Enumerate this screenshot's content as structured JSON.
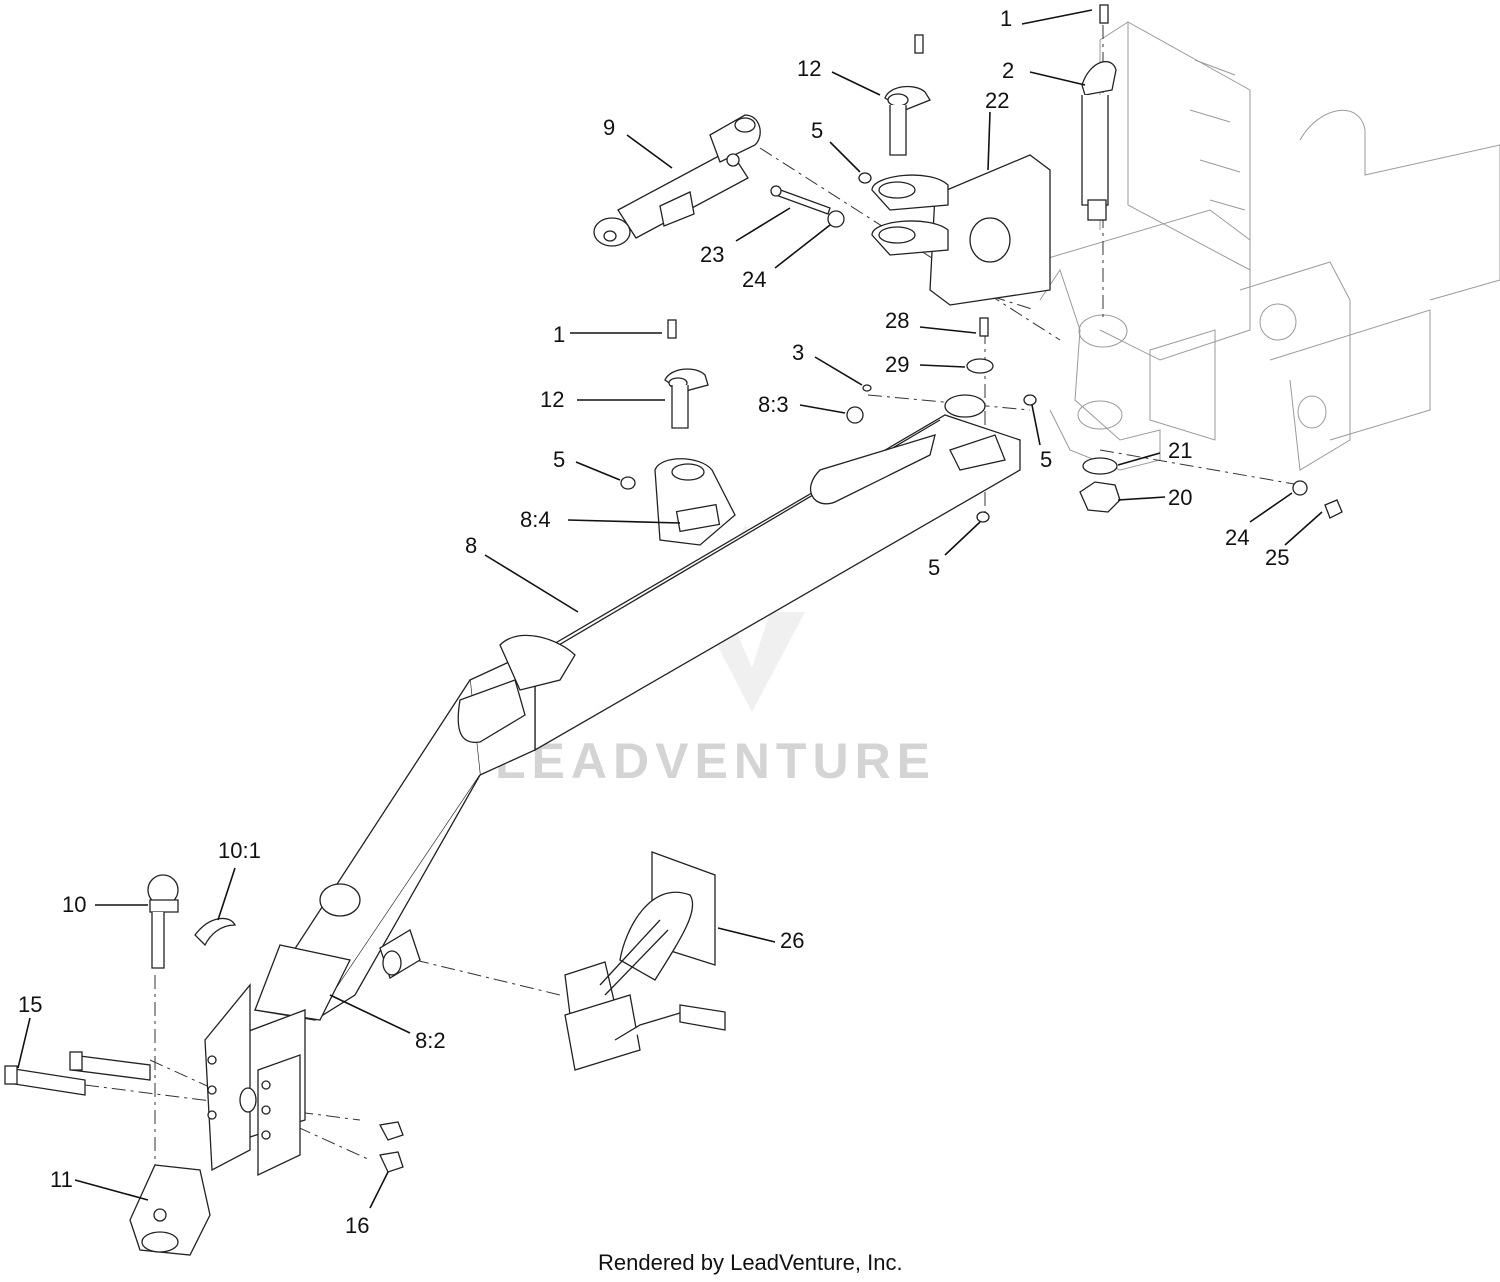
{
  "callouts": {
    "c1_top": "1",
    "c2": "2",
    "c12_top": "12",
    "c22": "22",
    "c9": "9",
    "c5_top": "5",
    "c23": "23",
    "c24_top": "24",
    "c1_mid": "1",
    "c28": "28",
    "c29": "29",
    "c3": "3",
    "c12_mid": "12",
    "c8_3": "8:3",
    "c5_mid_left": "5",
    "c5_mid_right": "5",
    "c21": "21",
    "c20": "20",
    "c8_4": "8:4",
    "c24_right": "24",
    "c25": "25",
    "c5_lower": "5",
    "c8": "8",
    "c10_1": "10:1",
    "c10": "10",
    "c26": "26",
    "c15": "15",
    "c8_2": "8:2",
    "c11": "11",
    "c16": "16"
  },
  "watermark": "LEADVENTURE",
  "footer": "Rendered by LeadVenture, Inc."
}
